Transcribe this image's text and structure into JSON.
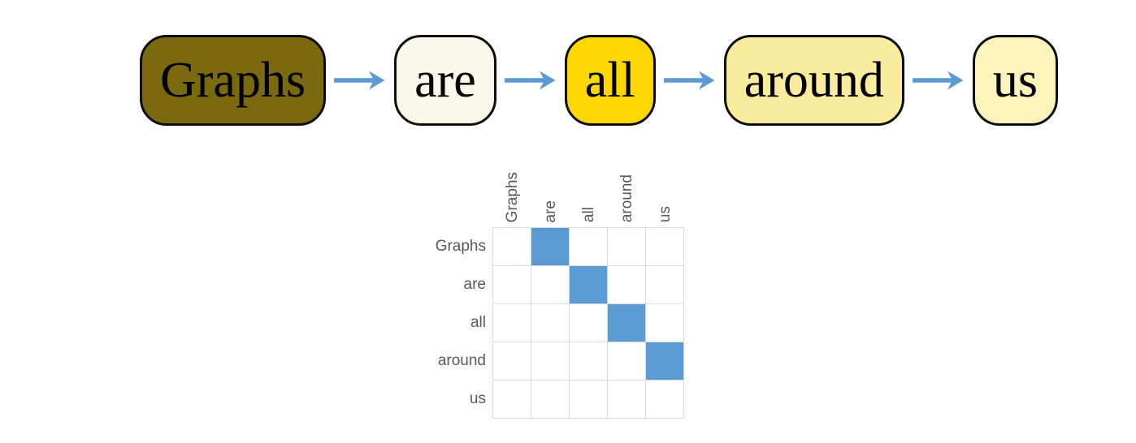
{
  "figure": {
    "background": "#ffffff",
    "word_chain": {
      "arrow_color": "#5B9BD5",
      "node_border_color": "#0d0d0d",
      "node_text_color": "#000000",
      "nodes": [
        {
          "label": "Graphs",
          "fill": "#7A690F"
        },
        {
          "label": "are",
          "fill": "#FAF8E8"
        },
        {
          "label": "all",
          "fill": "#FDD702"
        },
        {
          "label": "around",
          "fill": "#FBEC9D"
        },
        {
          "label": "us",
          "fill": "#FCF3BB"
        }
      ]
    }
  },
  "chart_data": {
    "type": "heatmap",
    "title": "",
    "rows": [
      "Graphs",
      "are",
      "all",
      "around",
      "us"
    ],
    "columns": [
      "Graphs",
      "are",
      "all",
      "around",
      "us"
    ],
    "matrix": [
      [
        0,
        1,
        0,
        0,
        0
      ],
      [
        0,
        0,
        1,
        0,
        0
      ],
      [
        0,
        0,
        0,
        1,
        0
      ],
      [
        0,
        0,
        0,
        0,
        1
      ],
      [
        0,
        0,
        0,
        0,
        0
      ]
    ],
    "edges": [
      [
        "Graphs",
        "are"
      ],
      [
        "are",
        "all"
      ],
      [
        "all",
        "around"
      ],
      [
        "around",
        "us"
      ]
    ],
    "filled_color": "#5B9BD5",
    "empty_color": "#FFFFFF",
    "grid_line_color": "#D9D9D9",
    "label_color": "#595959",
    "legend_position": "none",
    "grid": true
  }
}
